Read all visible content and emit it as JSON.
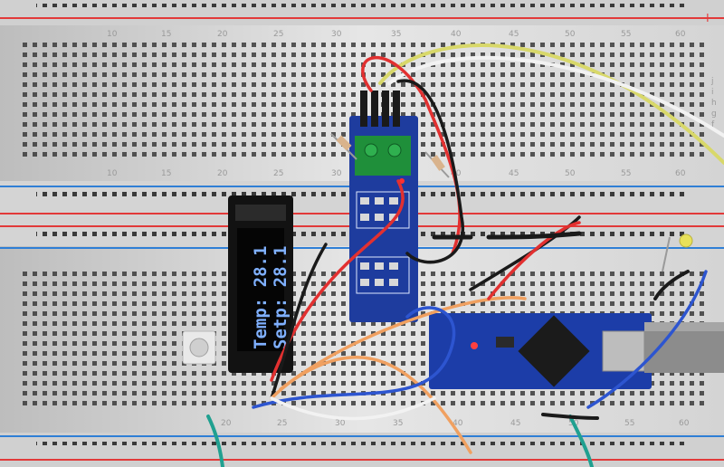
{
  "colors": {
    "board": "#e2e2e2",
    "rail_red": "#e23a3a",
    "rail_blue": "#2f7fd6",
    "module_blue": "#1e3c9e",
    "arduino_blue": "#1c3da8",
    "terminal_green": "#1f8f3a",
    "oled_text": "#7fb0ff"
  },
  "breadboard": {
    "top_numbers": [
      "10",
      "15",
      "20",
      "25",
      "30",
      "35",
      "40",
      "45",
      "50",
      "55",
      "60"
    ],
    "mid_numbers": [
      "10",
      "15",
      "20",
      "25",
      "30",
      "35",
      "40",
      "45",
      "50",
      "55",
      "60"
    ],
    "bottom_numbers": [
      "20",
      "25",
      "30",
      "35",
      "40",
      "45",
      "50",
      "55",
      "60"
    ],
    "row_letters": [
      "j",
      "i",
      "h",
      "g",
      "f"
    ],
    "rail_plus": "+"
  },
  "oled": {
    "line1": "Temp: 28.1",
    "line2": "Setp: 28.1"
  },
  "icons": [
    "pushbutton-icon",
    "resistor-icon",
    "wire-icon",
    "usb-cable-icon",
    "led-icon"
  ]
}
